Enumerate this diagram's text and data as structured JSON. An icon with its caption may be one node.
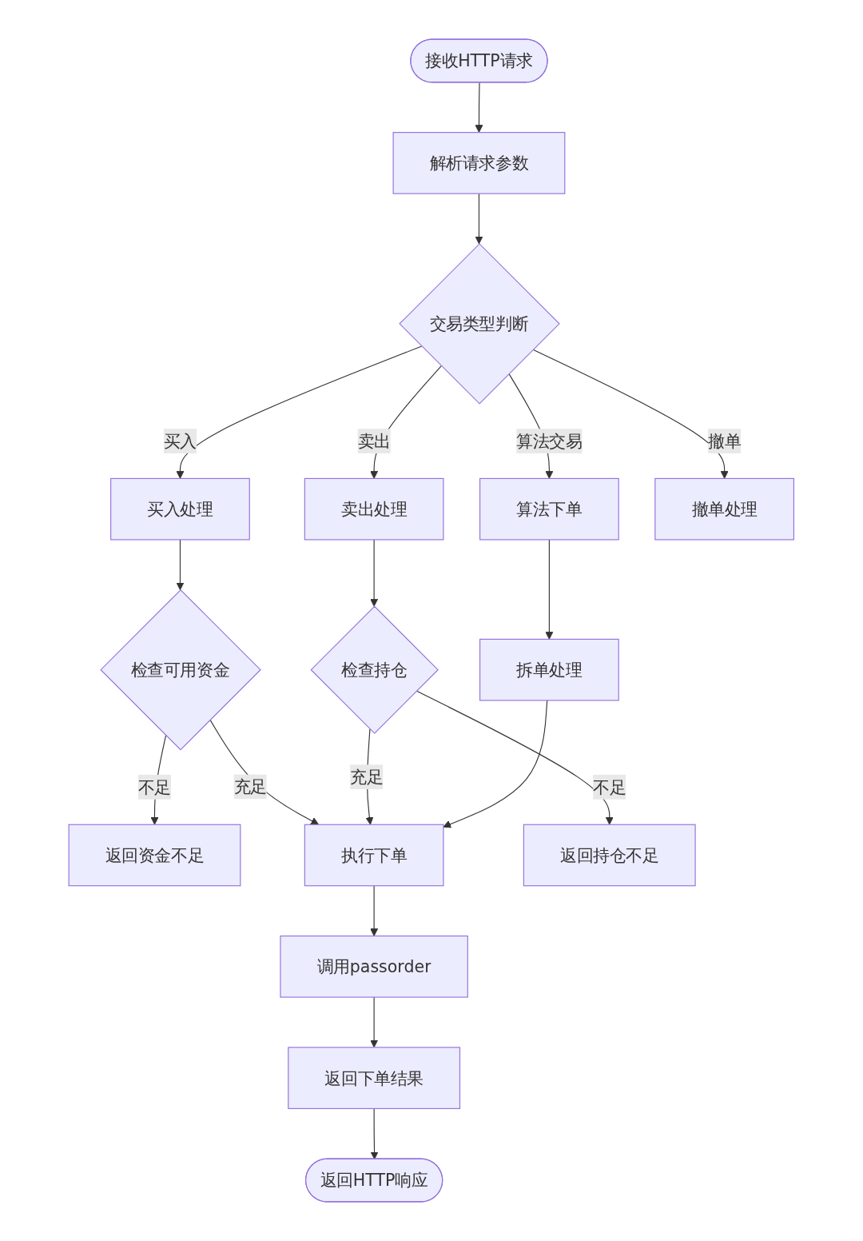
{
  "diagram": {
    "nodes": [
      {
        "text": [
          "接收HTTP请求"
        ]
      },
      {
        "text": [
          "解析请求参数"
        ]
      },
      {
        "text": [
          "交易类型判断"
        ]
      },
      {
        "text": [
          "买入处理"
        ]
      },
      {
        "text": [
          "卖出处理"
        ]
      },
      {
        "text": [
          "算法下单"
        ]
      },
      {
        "text": [
          "撤单处理"
        ]
      },
      {
        "text": [
          "检查可用资金"
        ]
      },
      {
        "text": [
          "检查持仓"
        ]
      },
      {
        "text": [
          "拆单处理"
        ]
      },
      {
        "text": [
          "返回资金不足"
        ]
      },
      {
        "text": [
          "执行下单"
        ]
      },
      {
        "text": [
          "返回持仓不足"
        ]
      },
      {
        "text": [
          "调用passorder"
        ]
      },
      {
        "text": [
          "返回下单结果"
        ]
      },
      {
        "text": [
          "返回HTTP响应"
        ]
      }
    ],
    "edges": [
      {
        "from": 0,
        "to": 1,
        "arrow": "to"
      },
      {
        "from": 1,
        "to": 2,
        "arrow": "to"
      },
      {
        "from": 2,
        "to": 3,
        "arrow": "to",
        "label": "买入"
      },
      {
        "from": 2,
        "to": 4,
        "arrow": "to",
        "label": "卖出"
      },
      {
        "from": 2,
        "to": 5,
        "arrow": "to",
        "label": "算法交易"
      },
      {
        "from": 2,
        "to": 6,
        "arrow": "to",
        "label": "撤单"
      },
      {
        "from": 3,
        "to": 7,
        "arrow": "to"
      },
      {
        "from": 4,
        "to": 8,
        "arrow": "to"
      },
      {
        "from": 5,
        "to": 9,
        "arrow": "to"
      },
      {
        "from": 7,
        "to": 11,
        "arrow": "to",
        "label": "充足"
      },
      {
        "from": 7,
        "to": 10,
        "arrow": "to",
        "label": "不足"
      },
      {
        "from": 8,
        "to": 11,
        "arrow": "to",
        "label": "充足"
      },
      {
        "from": 8,
        "to": 12,
        "arrow": "to",
        "label": "不足"
      },
      {
        "from": 9,
        "to": 11,
        "arrow": "to"
      },
      {
        "from": 11,
        "to": 13,
        "arrow": "to"
      },
      {
        "from": 13,
        "to": 14,
        "arrow": "to"
      },
      {
        "from": 14,
        "to": 15,
        "arrow": "to"
      }
    ]
  }
}
